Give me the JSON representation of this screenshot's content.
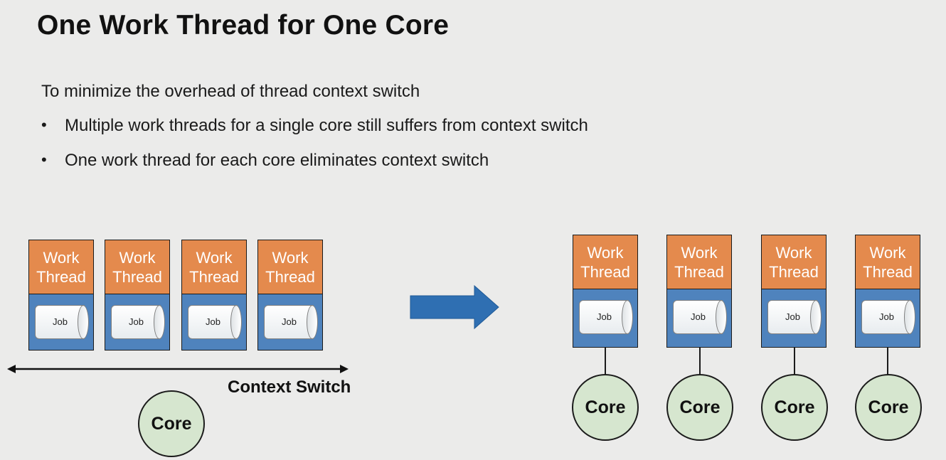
{
  "slide": {
    "title": "One Work Thread for One Core",
    "intro": "To minimize the overhead of thread context switch",
    "bullet_marker": "•",
    "bullets": [
      "Multiple work threads for a single core still suffers from context switch",
      "One work thread for each core eliminates context switch"
    ]
  },
  "left_diagram": {
    "threads": [
      {
        "label_1": "Work",
        "label_2": "Thread",
        "job": "Job"
      },
      {
        "label_1": "Work",
        "label_2": "Thread",
        "job": "Job"
      },
      {
        "label_1": "Work",
        "label_2": "Thread",
        "job": "Job"
      },
      {
        "label_1": "Work",
        "label_2": "Thread",
        "job": "Job"
      }
    ],
    "context_switch_label": "Context Switch",
    "core_label": "Core"
  },
  "arrow_icon": "right-arrow-icon",
  "right_diagram": {
    "threads": [
      {
        "label_1": "Work",
        "label_2": "Thread",
        "job": "Job",
        "core": "Core"
      },
      {
        "label_1": "Work",
        "label_2": "Thread",
        "job": "Job",
        "core": "Core"
      },
      {
        "label_1": "Work",
        "label_2": "Thread",
        "job": "Job",
        "core": "Core"
      },
      {
        "label_1": "Work",
        "label_2": "Thread",
        "job": "Job",
        "core": "Core"
      }
    ]
  },
  "colors": {
    "thread_orange": "#e48a4d",
    "job_blue": "#4f83bd",
    "core_green": "#d6e6cf",
    "arrow_blue": "#2f6fb2"
  }
}
